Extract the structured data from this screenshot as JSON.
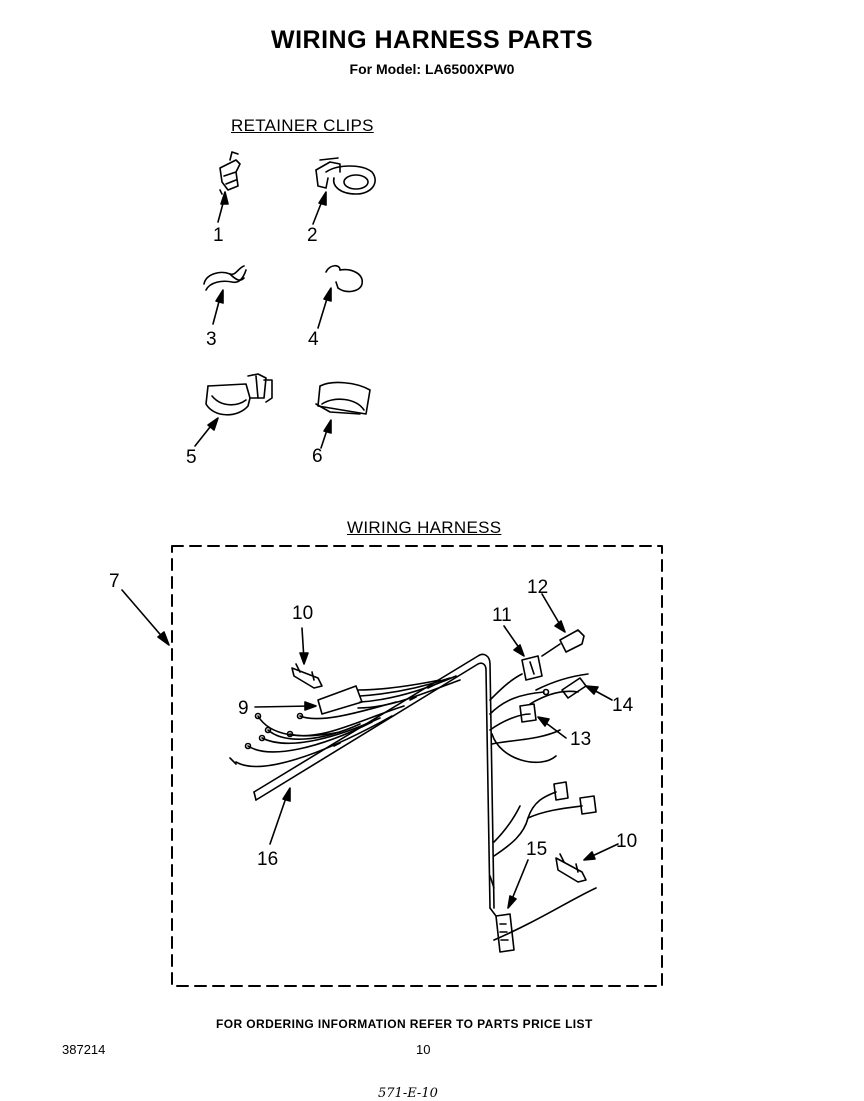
{
  "header": {
    "title": "WIRING HARNESS PARTS",
    "subtitle": "For Model: LA6500XPW0"
  },
  "sections": {
    "retainer_clips": "RETAINER CLIPS",
    "wiring_harness": "WIRING HARNESS"
  },
  "clip_labels": [
    "1",
    "2",
    "3",
    "4",
    "5",
    "6"
  ],
  "harness_labels": {
    "assembly": "7",
    "conn9": "9",
    "terminal10a": "10",
    "terminal10b": "10",
    "conn11": "11",
    "conn12": "12",
    "conn13": "13",
    "conn14": "14",
    "conn15": "15",
    "tube16": "16"
  },
  "footer": {
    "note": "FOR ORDERING INFORMATION REFER TO PARTS PRICE LIST",
    "doc_number": "387214",
    "page_number": "10",
    "handwritten": "571-E-10"
  }
}
